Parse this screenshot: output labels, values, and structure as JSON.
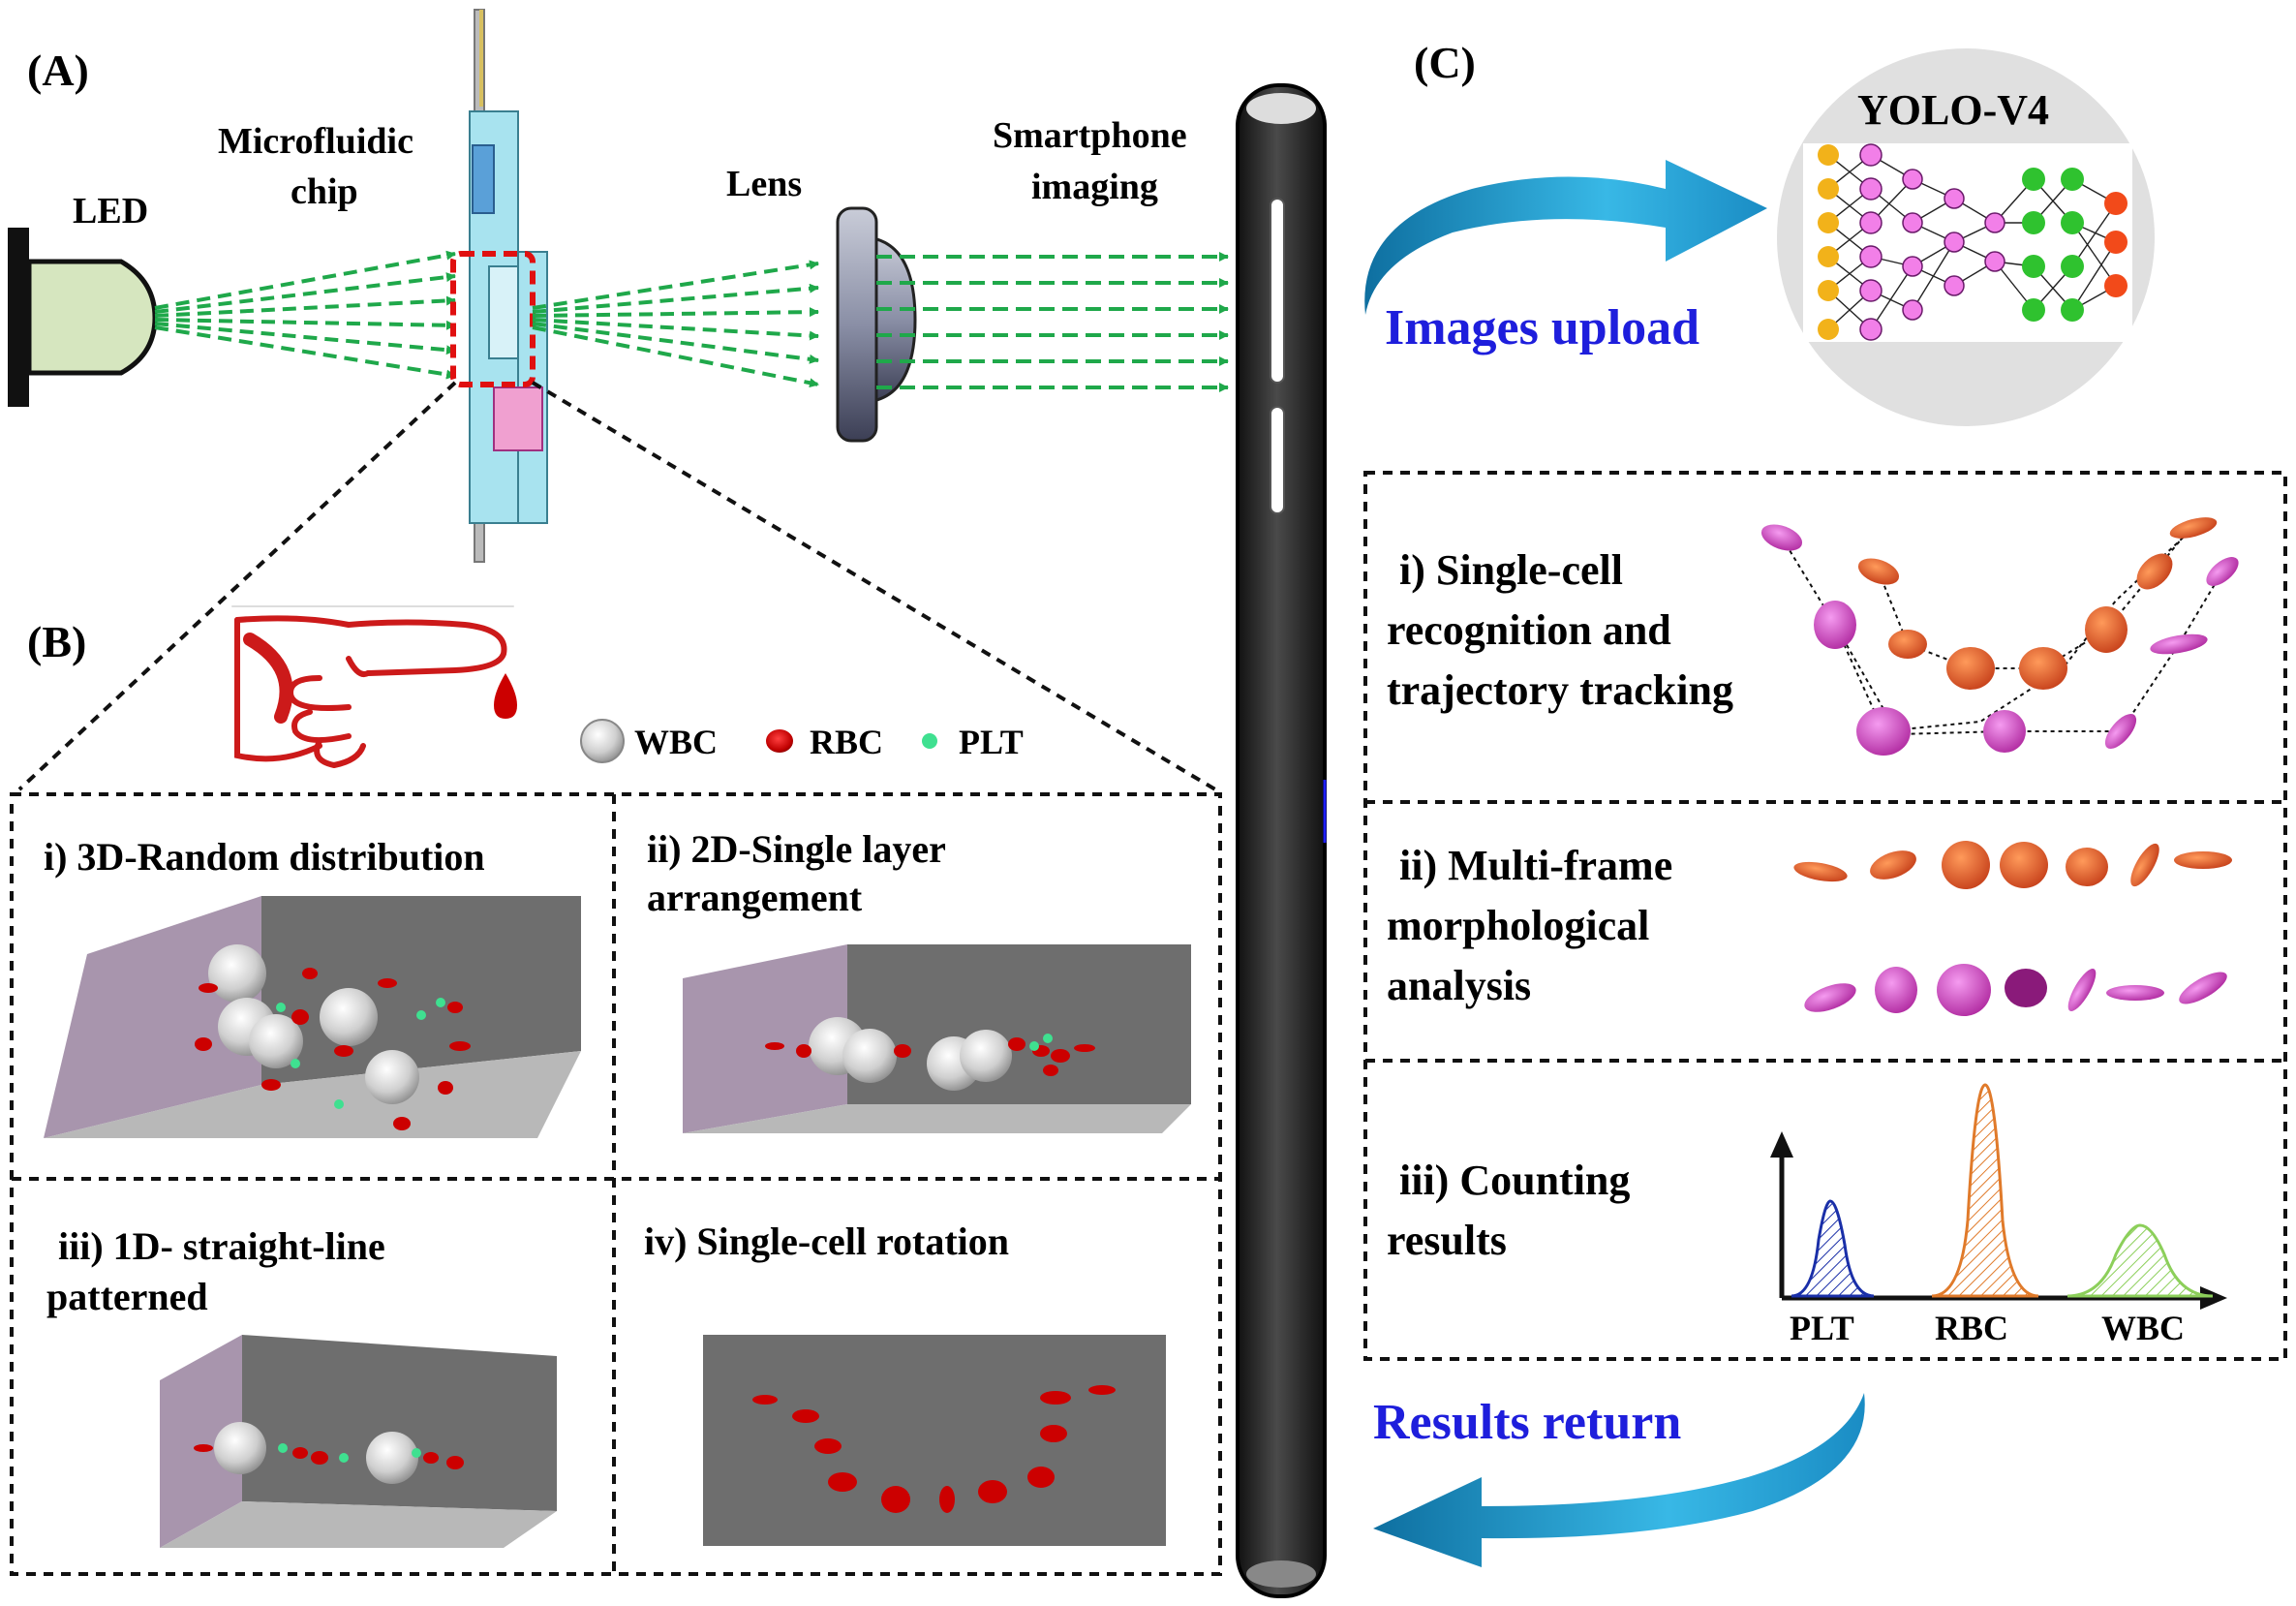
{
  "panels": {
    "a_label": "(A)",
    "b_label": "(B)",
    "c_label": "(C)"
  },
  "optics": {
    "led": "LED",
    "chip_line1": "Microfluidic",
    "chip_line2": "chip",
    "lens": "Lens",
    "phone_line1": "Smartphone",
    "phone_line2": "imaging"
  },
  "legend": {
    "wbc": "WBC",
    "rbc": "RBC",
    "plt": "PLT"
  },
  "distributions": {
    "d1_line1": "i)  3D-Random distribution",
    "d2_line1": "ii)  2D-Single layer",
    "d2_line2": "arrangement",
    "d3_line1": "iii)  1D- straight-line",
    "d3_line2": "patterned",
    "d4_line1": "iv)  Single-cell  rotation"
  },
  "cloud": {
    "model": "YOLO-V4",
    "upload": "Images upload",
    "return": "Results return"
  },
  "analysis": {
    "a1_line1": "i) Single-cell",
    "a1_line2": "recognition and",
    "a1_line3": "trajectory tracking",
    "a2_line1": "ii)  Multi-frame",
    "a2_line2": "morphological",
    "a2_line3": "analysis",
    "a3_line1": "iii) Counting",
    "a3_line2": "results"
  },
  "counting_chart": {
    "categories": [
      "PLT",
      "RBC",
      "WBC"
    ],
    "colors": [
      "#1a2fa8",
      "#e07a2a",
      "#8ccf5a"
    ]
  },
  "colors": {
    "beam": "#1fa84a",
    "led_body": "#d6e6bf",
    "chip": "#a8e3ef",
    "lens": "#8a8fa6",
    "phone": "#2a2a2a",
    "arrow": "#29a6d8",
    "upload_text": "#1e1edc",
    "rbc": "#cc0000",
    "pink_cell": "#e060d0",
    "orange_cell": "#e8642a"
  }
}
